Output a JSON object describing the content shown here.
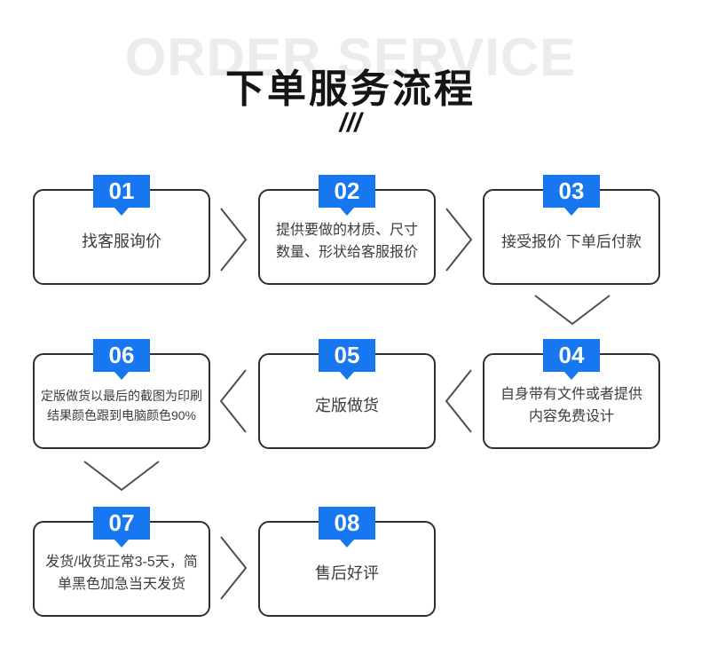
{
  "header": {
    "watermark": "ORDER SERVICE",
    "title": "下单服务流程",
    "slashes": "///"
  },
  "steps": [
    {
      "number": "01",
      "lines": [
        "找客服询价"
      ]
    },
    {
      "number": "02",
      "lines": [
        "提供要做的材质、尺寸",
        "数量、形状给客服报价"
      ]
    },
    {
      "number": "03",
      "lines": [
        "接受报价 下单后付款"
      ]
    },
    {
      "number": "04",
      "lines": [
        "自身带有文件或者提供",
        "内容免费设计"
      ]
    },
    {
      "number": "05",
      "lines": [
        "定版做货"
      ]
    },
    {
      "number": "06",
      "lines": [
        "定版做货以最后的截图为印刷",
        "结果颜色跟到电脑颜色90%"
      ]
    },
    {
      "number": "07",
      "lines": [
        "发货/收货正常3-5天，简",
        "单黑色加急当天发货"
      ]
    },
    {
      "number": "08",
      "lines": [
        "售后好评"
      ]
    }
  ],
  "colors": {
    "accent": "#1677f0",
    "box-border": "#2e2e2e",
    "text-dark": "#3c3c3c",
    "title": "#151515",
    "watermark": "#ececec",
    "chevron": "#4f4f4f",
    "background": "#ffffff"
  }
}
